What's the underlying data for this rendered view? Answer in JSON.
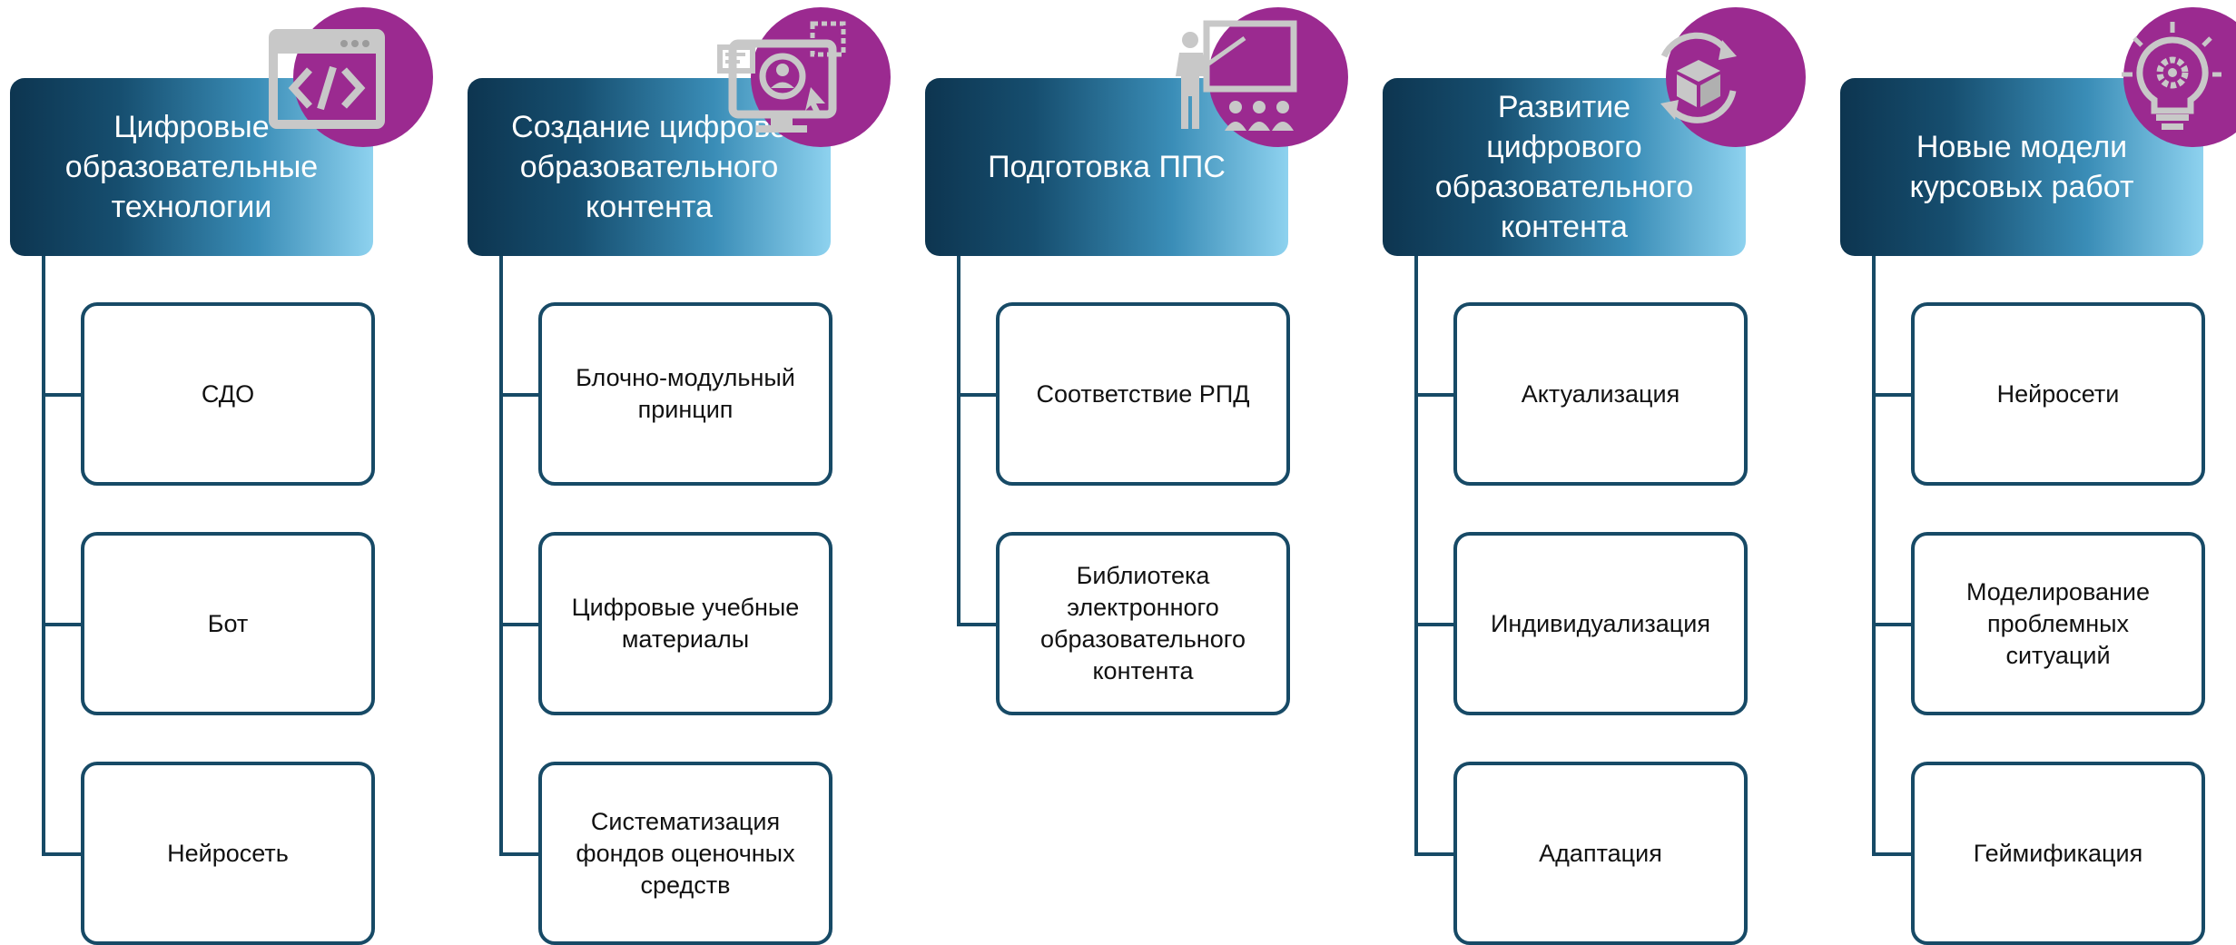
{
  "colors": {
    "accent": "#9b2a90",
    "line": "#174a66",
    "header_dark": "#0d3550",
    "header_light": "#8ed2ef",
    "icon": "#c8c8c8"
  },
  "columns": [
    {
      "icon": "code-window-icon",
      "title": "Цифровые\nобразовательные\nтехнологии",
      "items": [
        "СДО",
        "Бот",
        "Нейросеть"
      ]
    },
    {
      "icon": "computer-user-icon",
      "title": "Создание цифрове\nобразовательного\nконтента",
      "items": [
        "Блочно-модульный\nпринцип",
        "Цифровые учебные\nматериалы",
        "Систематизация\nфондов оценочных\nсредств"
      ]
    },
    {
      "icon": "teacher-board-icon",
      "title": "Подготовка ППС",
      "items": [
        "Соответствие РПД",
        "Библиотека\nэлектронного\nобразовательного\nконтента"
      ]
    },
    {
      "icon": "box-cycle-icon",
      "title": "Развитие\nцифрового\nобразовательного\nконтента",
      "items": [
        "Актуализация",
        "Индивидуализация",
        "Адаптация"
      ]
    },
    {
      "icon": "lightbulb-gear-icon",
      "title": "Новые модели\nкурсовых работ",
      "items": [
        "Нейросети",
        "Моделирование\nпроблемных\nситуаций",
        "Геймификация"
      ]
    }
  ]
}
